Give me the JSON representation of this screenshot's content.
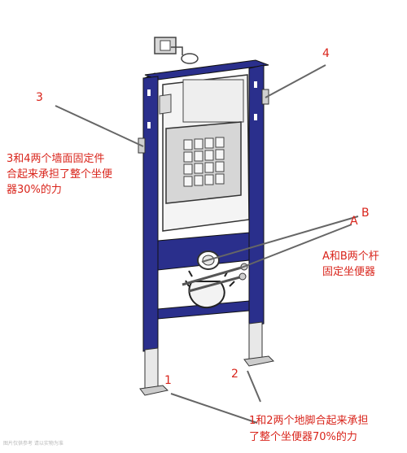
{
  "colors": {
    "frame": "#2a2f8c",
    "frame_dark": "#1c2066",
    "annotation": "#d9241b",
    "leader": "#666666"
  },
  "labels": {
    "n1": "1",
    "n2": "2",
    "n3": "3",
    "n4": "4",
    "nA": "A",
    "nB": "B",
    "note_34": [
      "3和4两个墙面固定件",
      "合起来承担了整个坐便",
      "器30%的力"
    ],
    "note_AB": [
      "A和B两个杆",
      "固定坐便器"
    ],
    "note_12": [
      "1和2两个地脚合起来承担",
      "了整个坐便器70%的力"
    ]
  },
  "watermark": "图片仅供参考 请以实物为准"
}
